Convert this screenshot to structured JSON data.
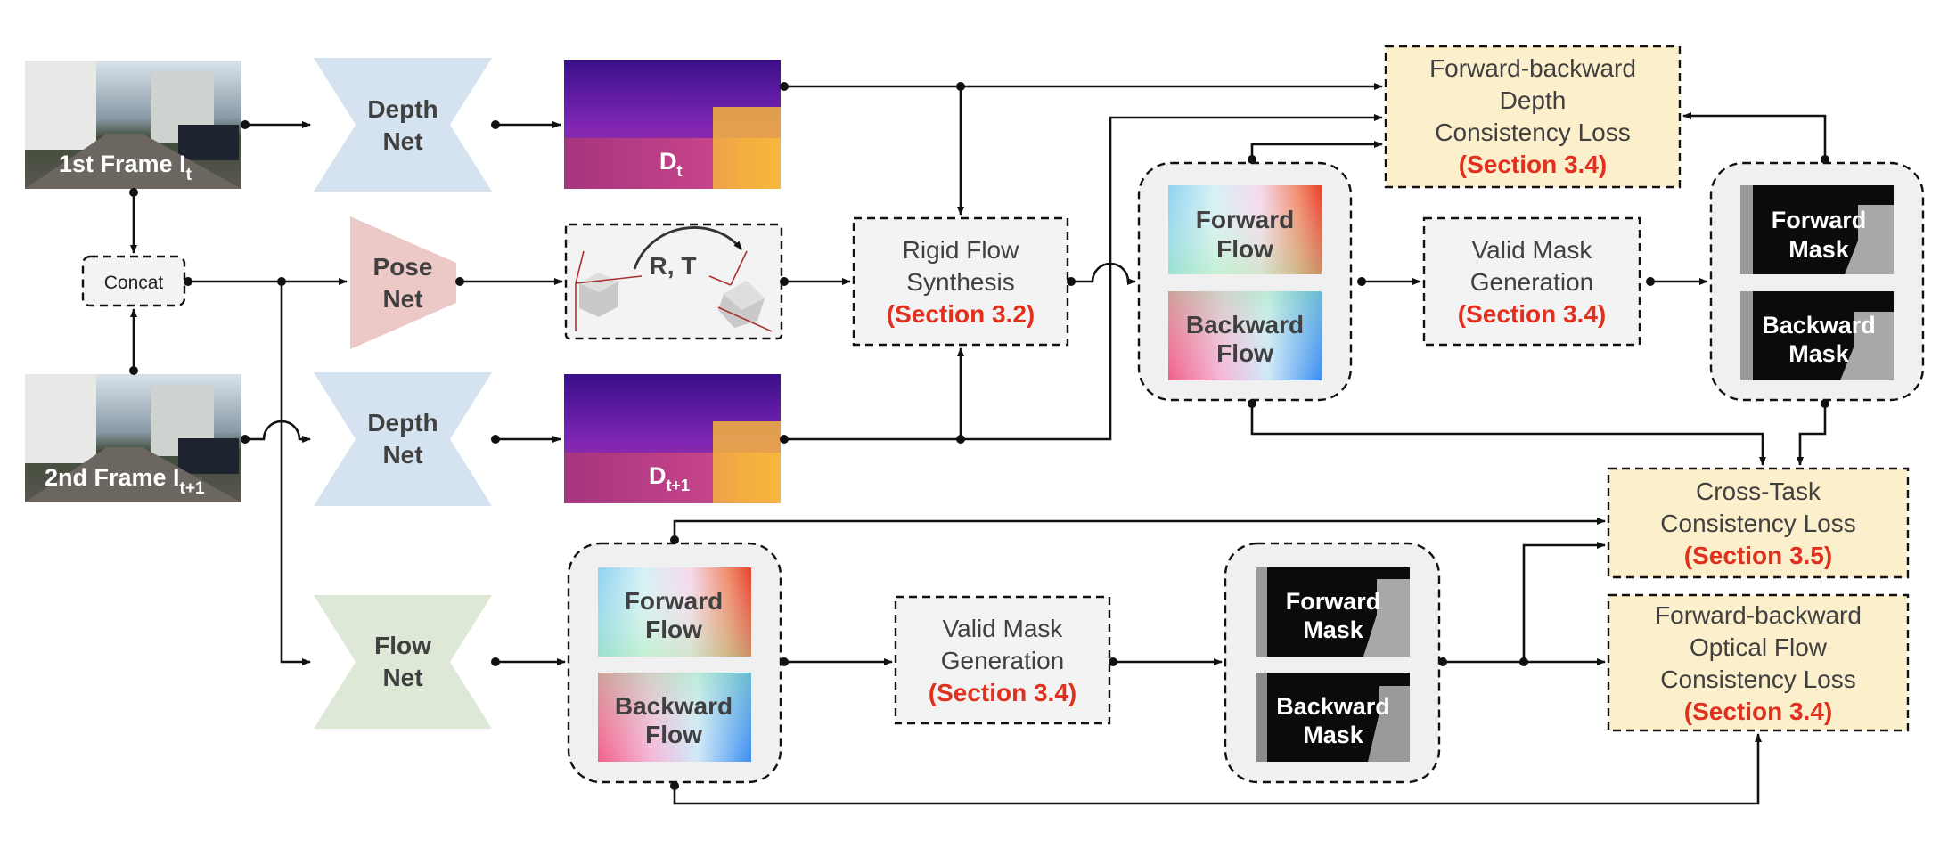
{
  "frames": {
    "first": {
      "label": "1st Frame I",
      "sub": "t"
    },
    "second": {
      "label": "2nd Frame I",
      "sub": "t+1"
    }
  },
  "concat": "Concat",
  "nets": {
    "depth_top": [
      "Depth",
      "Net"
    ],
    "pose": [
      "Pose",
      "Net"
    ],
    "depth_bottom": [
      "Depth",
      "Net"
    ],
    "flow": [
      "Flow",
      "Net"
    ]
  },
  "depth_maps": {
    "top": {
      "label": "D",
      "sub": "t"
    },
    "bottom": {
      "label": "D",
      "sub": "t+1"
    }
  },
  "pose_output": "R, T",
  "rigid_flow": {
    "lines": [
      "Rigid Flow",
      "Synthesis"
    ],
    "section": "(Section 3.2)"
  },
  "rigid_group": {
    "forward": [
      "Forward",
      "Flow"
    ],
    "backward": [
      "Backward",
      "Flow"
    ]
  },
  "valid_mask_top": {
    "lines": [
      "Valid Mask",
      "Generation"
    ],
    "section": "(Section 3.4)"
  },
  "mask_group_top": {
    "forward": [
      "Forward",
      "Mask"
    ],
    "backward": [
      "Backward",
      "Mask"
    ]
  },
  "fb_depth_loss": {
    "lines": [
      "Forward-backward",
      "Depth",
      "Consistency Loss"
    ],
    "section": "(Section 3.4)"
  },
  "cross_task_loss": {
    "lines": [
      "Cross-Task",
      "Consistency Loss"
    ],
    "section": "(Section 3.5)"
  },
  "fb_flow_loss": {
    "lines": [
      "Forward-backward",
      "Optical Flow",
      "Consistency Loss"
    ],
    "section": "(Section 3.4)"
  },
  "flow_group": {
    "forward": [
      "Forward",
      "Flow"
    ],
    "backward": [
      "Backward",
      "Flow"
    ]
  },
  "valid_mask_bottom": {
    "lines": [
      "Valid Mask",
      "Generation"
    ],
    "section": "(Section 3.4)"
  },
  "mask_group_bottom": {
    "forward": [
      "Forward",
      "Mask"
    ],
    "backward": [
      "Backward",
      "Mask"
    ]
  },
  "colors": {
    "depth_net": "#d5e2f0",
    "pose_net": "#ecc8c6",
    "flow_net": "#dde9d6",
    "loss_fill": "#fcefcb",
    "section_text": "#e0301e",
    "text": "#404040"
  }
}
